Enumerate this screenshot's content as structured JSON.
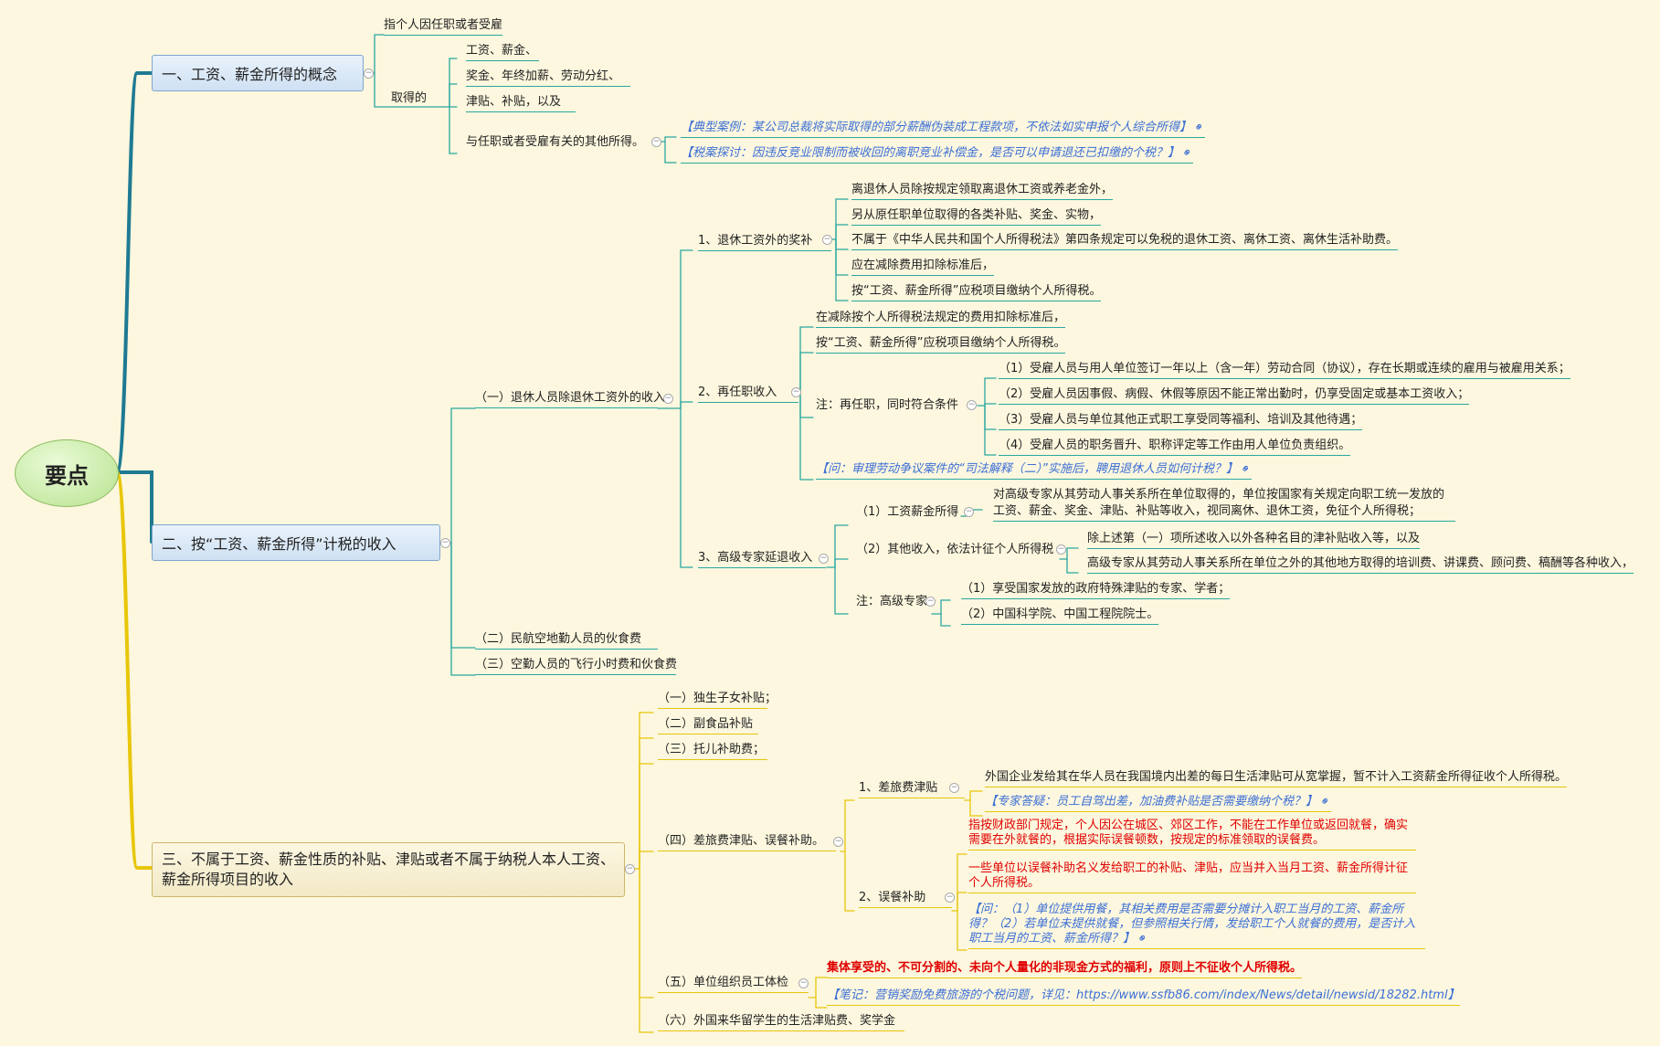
{
  "root": {
    "label": "要点"
  },
  "colors": {
    "teal": "#2aa7a0",
    "yellow": "#e8c60a",
    "blue_link": "#3d6fd6",
    "red": "#e00000"
  },
  "sec1": {
    "title": "一、工资、薪金所得的概念",
    "n1": "指个人因任职或者受雇",
    "n2": "取得的",
    "i1": "工资、薪金、",
    "i2": "奖金、年终加薪、劳动分红、",
    "i3": "津贴、补贴，以及",
    "i4": "与任职或者受雇有关的其他所得。",
    "case": "【典型案例：某公司总裁将实际取得的部分薪酬伪装成工程款项，不依法如实申报个人综合所得】",
    "tax": "【税案探讨：因违反竞业限制而被收回的离职竞业补偿金，是否可以申请退还已扣缴的个税？】"
  },
  "sec2": {
    "title": "二、按“工资、薪金所得”计税的收入",
    "a": "（一）退休人员除退休工资外的收入",
    "a1": "1、退休工资外的奖补",
    "a1_1": "离退休人员除按规定领取离退休工资或养老金外，",
    "a1_2": "另从原任职单位取得的各类补贴、奖金、实物，",
    "a1_3": "不属于《中华人民共和国个人所得税法》第四条规定可以免税的退休工资、离休工资、离休生活补助费。",
    "a1_4": "应在减除费用扣除标准后，",
    "a1_5": "按“工资、薪金所得”应税项目缴纳个人所得税。",
    "a2": "2、再任职收入",
    "a2_1": "在减除按个人所得税法规定的费用扣除标准后，",
    "a2_2": "按“工资、薪金所得”应税项目缴纳个人所得税。",
    "a2_note": "注：再任职，同时符合条件",
    "a2_c1": "（1）受雇人员与用人单位签订一年以上（含一年）劳动合同（协议），存在长期或连续的雇用与被雇用关系；",
    "a2_c2": "（2）受雇人员因事假、病假、休假等原因不能正常出勤时，仍享受固定或基本工资收入；",
    "a2_c3": "（3）受雇人员与单位其他正式职工享受同等福利、培训及其他待遇；",
    "a2_c4": "（4）受雇人员的职务晋升、职称评定等工作由用人单位负责组织。",
    "a2_q": "【问：审理劳动争议案件的“司法解释（二）”实施后，聘用退休人员如何计税？】",
    "a3": "3、高级专家延退收入",
    "a3_1": "（1）工资薪金所得",
    "a3_1a": "对高级专家从其劳动人事关系所在单位取得的，单位按国家有关规定向职工统一发放的",
    "a3_1b": "工资、薪金、奖金、津贴、补贴等收入，视同离休、退休工资，免征个人所得税；",
    "a3_2": "（2）其他收入，依法计征个人所得税",
    "a3_2a": "除上述第（一）项所述收入以外各种名目的津补贴收入等，以及",
    "a3_2b": "高级专家从其劳动人事关系所在单位之外的其他地方取得的培训费、讲课费、顾问费、稿酬等各种收入，",
    "a3_3": "注：高级专家",
    "a3_3a": "（1）享受国家发放的政府特殊津贴的专家、学者；",
    "a3_3b": "（2）中国科学院、中国工程院院士。",
    "b": "（二）民航空地勤人员的伙食费",
    "c": "（三）空勤人员的飞行小时费和伙食费"
  },
  "sec3": {
    "title": "三、不属于工资、薪金性质的补贴、津贴或者不属于纳税人本人工资、薪金所得项目的收入",
    "i1": "（一）独生子女补贴；",
    "i2": "（二）副食品补贴",
    "i3": "（三）托儿补助费；",
    "i4": "（四）差旅费津贴、误餐补助。",
    "i4_1": "1、差旅费津贴",
    "i4_1a": "外国企业发给其在华人员在我国境内出差的每日生活津贴可从宽掌握，暂不计入工资薪金所得征收个人所得税。",
    "i4_1b": "【专家答疑：员工自驾出差，加油费补贴是否需要缴纳个税？】",
    "i4_2": "2、误餐补助",
    "i4_2a": "指按财政部门规定，个人因公在城区、郊区工作，不能在工作单位或返回就餐，确实需要在外就餐的，根据实际误餐顿数，按规定的标准领取的误餐费。",
    "i4_2b": "一些单位以误餐补助名义发给职工的补贴、津贴，应当并入当月工资、薪金所得计征个人所得税。",
    "i4_2c": "【问：（1）单位提供用餐，其相关费用是否需要分摊计入职工当月的工资、薪金所得？（2）若单位未提供就餐，但参照相关行情，发给职工个人就餐的费用，是否计入职工当月的工资、薪金所得？】",
    "i5": "（五）单位组织员工体检",
    "i5a": "集体享受的、不可分割的、未向个人量化的非现金方式的福利，原则上不征收个人所得税。",
    "i5b": "【笔记：营销奖励免费旅游的个税问题，详见：https://www.ssfb86.com/index/News/detail/newsid/18282.html】",
    "i6": "（六）外国来华留学生的生活津贴费、奖学金"
  }
}
